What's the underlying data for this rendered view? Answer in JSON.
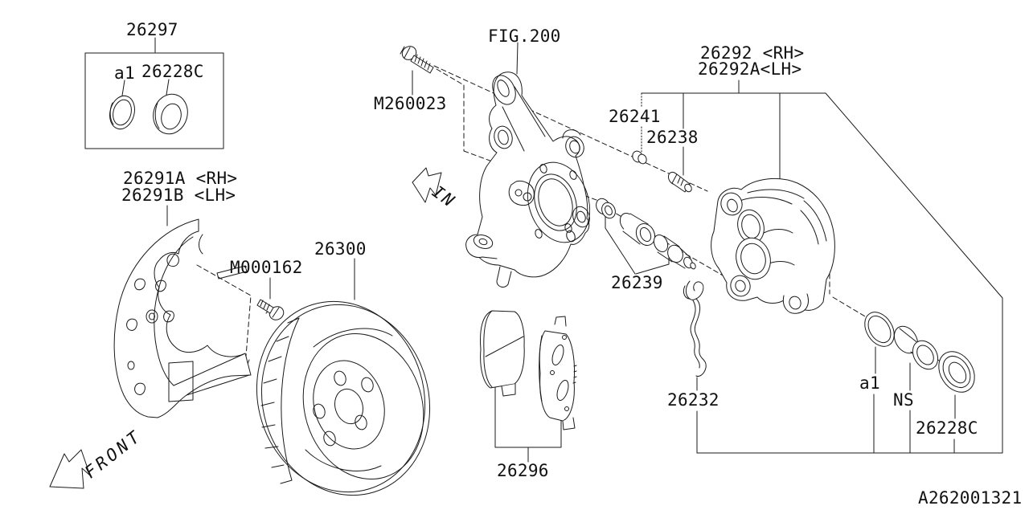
{
  "diagram": {
    "code": "A262001321",
    "figure_ref": "FIG.200",
    "direction_markers": {
      "in": "IN",
      "front": "FRONT"
    },
    "callouts": {
      "seal_repair_kit": "26297",
      "kit_piston_seal": "a1",
      "kit_piston_boot": "26228C",
      "knuckle_bolt": "M260023",
      "caliper_rh": "26292 <RH>",
      "caliper_lh": "26292A<LH>",
      "bleeder_cap": "26241",
      "lock_pin": "26238",
      "shield_rh": "26291A <RH>",
      "shield_lh": "26291B <LH>",
      "shield_bolt": "M000162",
      "rotor": "26300",
      "pin_boot_kit": "26239",
      "pad_clip": "26232",
      "pad_kit": "26296",
      "piston_seal": "a1",
      "piston": "NS",
      "piston_boot": "26228C"
    },
    "colors": {
      "background": "#ffffff",
      "line": "#1a1a1a",
      "text": "#111111"
    }
  }
}
